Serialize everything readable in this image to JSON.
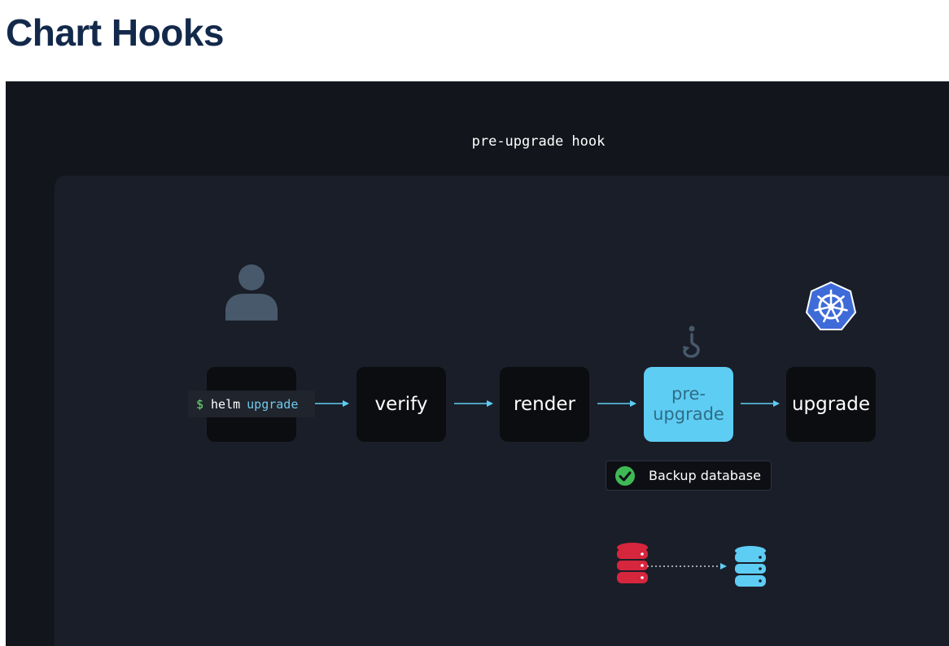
{
  "page": {
    "title": "Chart Hooks"
  },
  "diagram": {
    "caption": "pre-upgrade hook",
    "command": {
      "prompt": "$",
      "tool": "helm",
      "subcommand": "upgrade"
    },
    "steps": [
      {
        "label": "verify"
      },
      {
        "label": "render"
      },
      {
        "label": "pre-\nupgrade",
        "highlight": true
      },
      {
        "label": "upgrade"
      }
    ],
    "hook_action": "Backup database",
    "icons": [
      "user-icon",
      "kubernetes-icon",
      "hook-icon",
      "check-icon",
      "database-icon"
    ],
    "colors": {
      "highlight": "#5ecdf4",
      "success": "#3fb955",
      "source_db": "#d6263d",
      "target_db": "#5ecdf4",
      "arrow": "#5ecdf4"
    }
  }
}
